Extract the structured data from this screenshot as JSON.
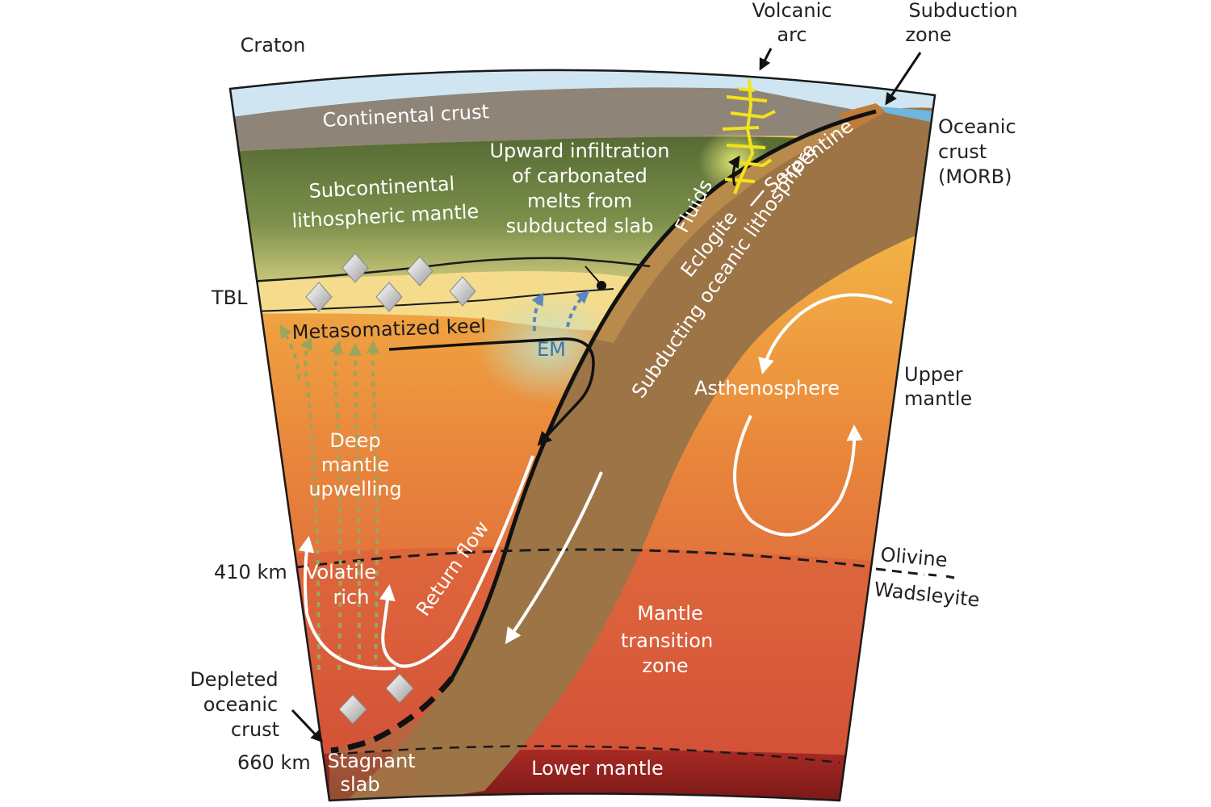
{
  "figure": {
    "labels": {
      "craton": "Craton",
      "volcanic_arc": [
        "Volcanic",
        "arc"
      ],
      "subduction_zone": [
        "Subduction",
        "zone"
      ],
      "oceanic_crust": [
        "Oceanic",
        "crust",
        "(MORB)"
      ],
      "continental_crust": "Continental crust",
      "subcontinental_mantle": [
        "Subcontinental",
        "lithospheric mantle"
      ],
      "upward_infiltration": [
        "Upward infiltration",
        "of carbonated",
        "melts from",
        "subducted slab"
      ],
      "fluids": "Fluids",
      "eclogite": "Eclogite",
      "serpentine": "Serpentine",
      "subducting_lithosphere": "Subducting oceanic lithosphere",
      "tbl": "TBL",
      "metasomatized_keel": "Metasomatized keel",
      "em": "EM",
      "asthenosphere": "Asthenosphere",
      "upper_mantle": [
        "Upper",
        "mantle"
      ],
      "deep_mantle_upwelling": [
        "Deep",
        "mantle",
        "upwelling"
      ],
      "return_flow": "Return flow",
      "depth_410": "410 km",
      "volatile_rich": [
        "Volatile",
        "rich"
      ],
      "olivine": "Olivine",
      "wadsleyite": "Wadsleyite",
      "mantle_transition_zone": [
        "Mantle",
        "transition",
        "zone"
      ],
      "depleted_oceanic_crust": [
        "Depleted",
        "oceanic",
        "crust"
      ],
      "depth_660": "660 km",
      "stagnant_slab": [
        "Stagnant",
        "slab"
      ],
      "lower_mantle": "Lower mantle"
    },
    "colors": {
      "ocean": "#cfe6f2",
      "continental_crust": "#8e8477",
      "lithospheric_mantle": "#6f8447",
      "keel": "#f6e59a",
      "asthenosphere_top": "#f2c24a",
      "upper_mantle": "#ea8a3c",
      "transition_zone": "#d9573a",
      "lower_mantle": "#8a1c1c",
      "slab": "#9c7446",
      "fluids": "#f2e21c",
      "em_arrows": "#5b86c0",
      "upwelling_arrows": "#9aa65a"
    },
    "icons": [
      "diamond-icon",
      "arrow-icon",
      "fracture-network-icon"
    ]
  }
}
